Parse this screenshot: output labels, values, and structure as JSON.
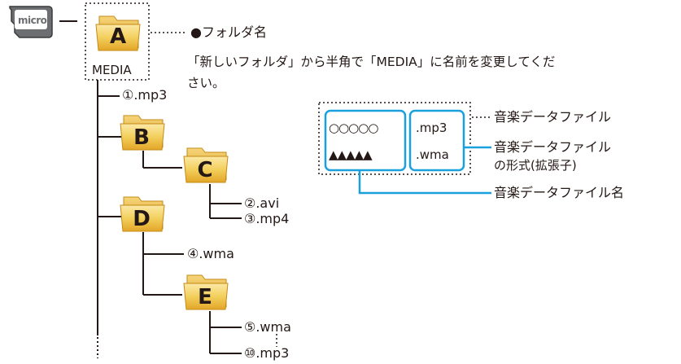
{
  "card": {
    "label": "micro"
  },
  "root_folder": {
    "letter": "A",
    "name": "MEDIA"
  },
  "folder_note": {
    "title": "●フォルダ名",
    "text_line1": "「新しいフォルダ」から半角で「MEDIA」に名前を変更してくだ",
    "text_line2": "さい。"
  },
  "tree": {
    "file1": "①.mp3",
    "folder_b": "B",
    "folder_c": "C",
    "file2": "②.avi",
    "file3": "③.mp4",
    "folder_d": "D",
    "file4": "④.wma",
    "folder_e": "E",
    "file5": "⑤.wma",
    "file10": "⑩.mp3"
  },
  "legend": {
    "name_row1": "○○○○○",
    "name_row2": "▲▲▲▲▲",
    "ext_row1": ".mp3",
    "ext_row2": ".wma",
    "label_file": "音楽データファイル",
    "label_ext_line1": "音楽データファイル",
    "label_ext_line2": "の形式(拡張子)",
    "label_name": "音楽データファイル名"
  },
  "colors": {
    "accent": "#1aa0dc",
    "folder_body": "#f2c84b",
    "folder_tab": "#e8a92a",
    "line": "#231815"
  }
}
